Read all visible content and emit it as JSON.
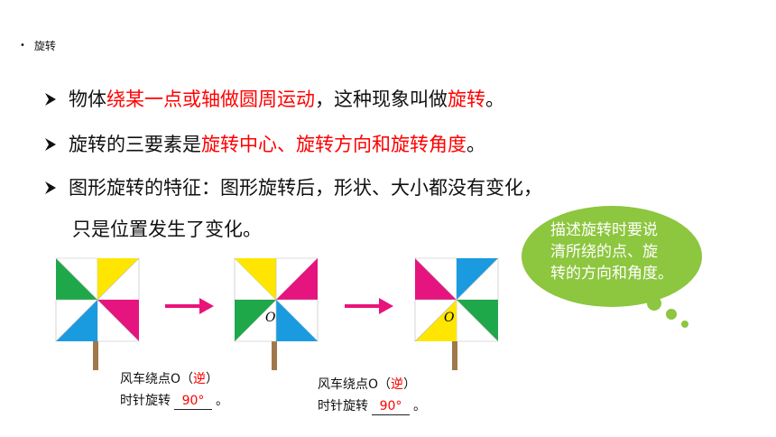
{
  "heading": {
    "bullet": "•",
    "title": "旋转"
  },
  "bullets": [
    {
      "parts": [
        {
          "text": "物体",
          "red": false
        },
        {
          "text": "绕某一点或轴做圆周运动",
          "red": true
        },
        {
          "text": "，这种现象叫做",
          "red": false
        },
        {
          "text": "旋转",
          "red": true
        },
        {
          "text": "。",
          "red": false
        }
      ]
    },
    {
      "parts": [
        {
          "text": "旋转的三要素是",
          "red": false
        },
        {
          "text": "旋转中心、旋转方向和旋转角度",
          "red": true
        },
        {
          "text": "。",
          "red": false
        }
      ]
    },
    {
      "parts": [
        {
          "text": "图形旋转的特征：图形旋转后，形状、大小都没有变化，",
          "red": false
        }
      ]
    }
  ],
  "continuation": "只是位置发生了变化。",
  "bubble": {
    "lines": [
      "描述旋转时要说",
      "清所绕的点、旋",
      "转的方向和角度。"
    ],
    "color": "#8dc63f"
  },
  "center_label": "O",
  "captions": [
    {
      "line1_prefix": "风车绕点O（",
      "answer_direction": "逆",
      "line1_suffix": "）",
      "line2_prefix": "时针旋转",
      "answer_angle": "90°",
      "line2_suffix": "。"
    },
    {
      "line1_prefix": "风车绕点O（",
      "answer_direction": "逆",
      "line1_suffix": "）",
      "line2_prefix": "时针旋转",
      "answer_angle": "90°",
      "line2_suffix": "。"
    }
  ],
  "colors": {
    "answer": "#ff0000",
    "arrow": "#e8147a",
    "green": "#1fa84a",
    "yellow": "#ffe600",
    "blue": "#1a9be0",
    "magenta": "#e6147e",
    "stick": "#a0784b"
  }
}
